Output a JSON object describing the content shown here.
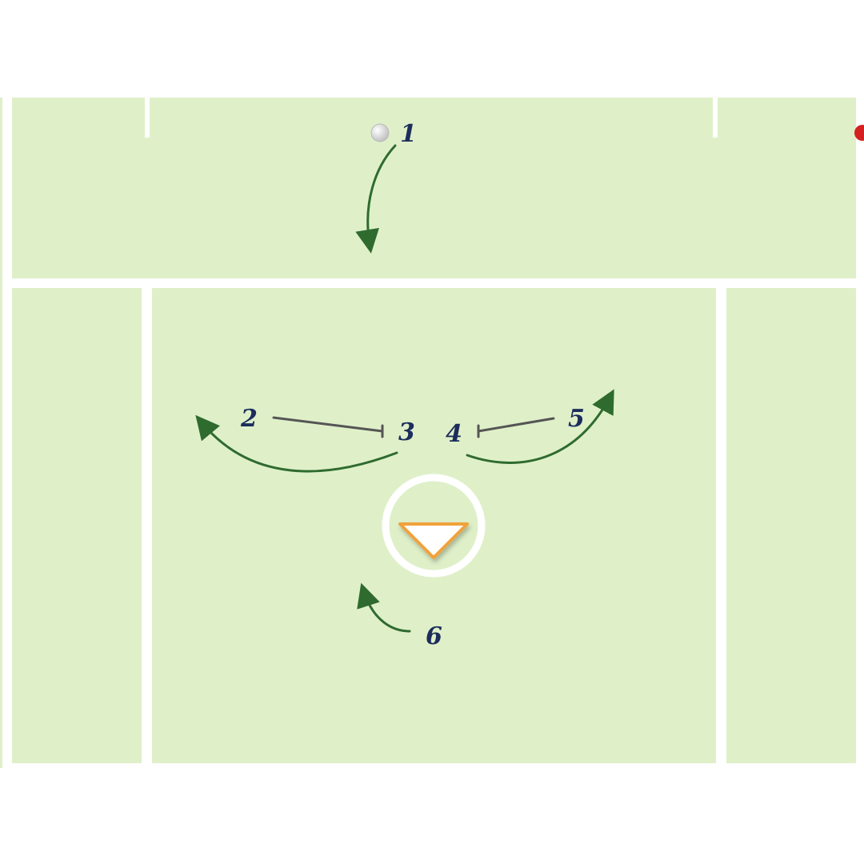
{
  "colors": {
    "field": "#dff0c9",
    "lines": "#ffffff",
    "arrow": "#2f6b2f",
    "pick_line": "#555555",
    "number_text": "#1c2d5c",
    "goalie_fill": "#ffffff",
    "goalie_outline": "#f0a23a",
    "ball": "#e6e6e6",
    "marker_dot": "#d42020"
  },
  "players": [
    {
      "id": "p1",
      "label": "1"
    },
    {
      "id": "p2",
      "label": "2"
    },
    {
      "id": "p3",
      "label": "3"
    },
    {
      "id": "p4",
      "label": "4"
    },
    {
      "id": "p5",
      "label": "5"
    },
    {
      "id": "p6",
      "label": "6"
    }
  ],
  "icons": {
    "ball": "ball-icon",
    "goalie": "goalie-triangle-icon",
    "marker": "red-dot-marker"
  }
}
